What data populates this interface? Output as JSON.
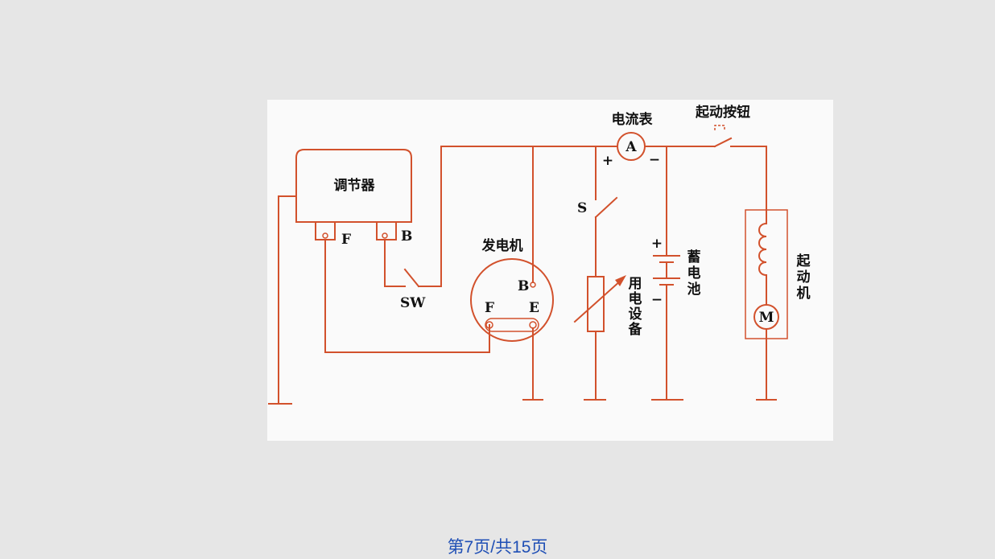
{
  "diagram": {
    "regulator_label": "调节器",
    "reg_terminal_f": "F",
    "reg_terminal_b": "B",
    "switch_sw_label": "SW",
    "generator_label": "发电机",
    "gen_terminal_b": "B",
    "gen_terminal_f": "F",
    "gen_terminal_e": "E",
    "ammeter_label": "电流表",
    "ammeter_symbol": "A",
    "ammeter_plus": "+",
    "ammeter_minus": "−",
    "switch_s_label": "S",
    "load_label": [
      "用",
      "电",
      "设",
      "备"
    ],
    "battery_label": [
      "蓄",
      "电",
      "池"
    ],
    "battery_plus": "+",
    "battery_minus": "−",
    "start_button_label": "起动按钮",
    "starter_label": [
      "起",
      "动",
      "机"
    ],
    "motor_symbol": "M"
  },
  "footer": {
    "page_indicator": "第7页/共15页"
  },
  "colors": {
    "wire": "#d2512c",
    "background": "#e6e6e6",
    "panel": "#fafafa",
    "footer_text": "#1f4fb5"
  }
}
